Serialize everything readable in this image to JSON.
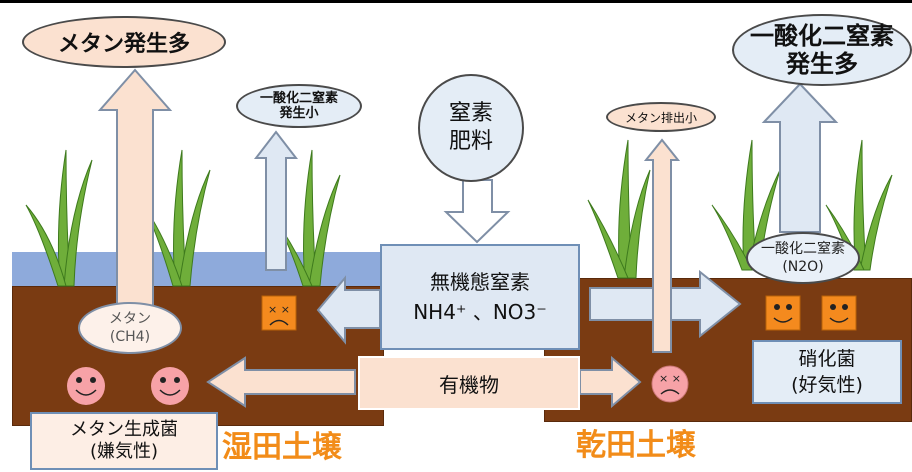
{
  "wet": {
    "methan_emission": "メタン発生多",
    "n2o_emission": [
      "一酸化二窒素",
      "発生小"
    ],
    "methane_gas": [
      "メタン",
      "(CH4)"
    ],
    "bacteria": [
      "メタン生成菌",
      "(嫌気性)"
    ],
    "title": "湿田土壌"
  },
  "center": {
    "fertilizer": [
      "窒素",
      "肥料"
    ],
    "inorganic": [
      "無機態窒素",
      "NH4⁺ 、NO3⁻"
    ],
    "organic": "有機物"
  },
  "dry": {
    "n2o_emission": [
      "一酸化二窒素",
      "発生多"
    ],
    "methane_emission": "メタン排出小",
    "n2o_gas": [
      "一酸化二窒素",
      "(N2O)"
    ],
    "bacteria": [
      "硝化菌",
      "(好気性)"
    ],
    "title": "乾田土壌"
  },
  "colors": {
    "soil": "#7a3b12",
    "water": "#8eaadb",
    "arrow_pink": "#fbe1d0",
    "arrow_blue": "#dfe8f3",
    "title": "#f28c19",
    "face_pink": "#f7a2a7",
    "face_orange": "#f48a1e"
  }
}
